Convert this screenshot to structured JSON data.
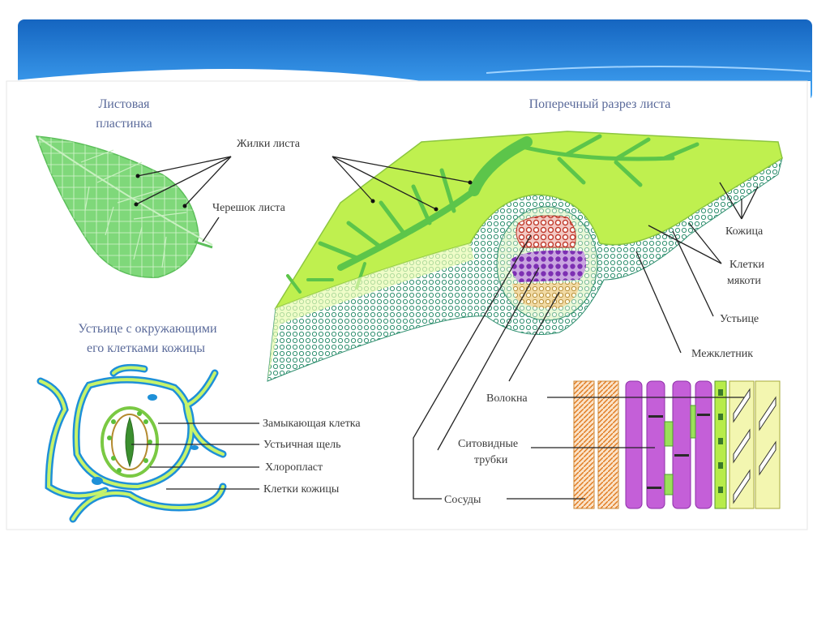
{
  "colors": {
    "header_blue": "#1e88e5",
    "leaf_green": "#b7ec4a",
    "vein_green": "#5cc54a",
    "cell_teal": "#2f8f6f",
    "xylem_red": "#c0392b",
    "phloem_purple": "#8e44ad",
    "fiber_tan": "#d9b86c",
    "stoma_outline": "#7ac943",
    "stoma_blue": "#1e90d8"
  },
  "labels": {
    "leaf_blade": [
      "Листовая",
      "пластинка"
    ],
    "cross_section_title": "Поперечный разрез листа",
    "leaf_veins": "Жилки листа",
    "petiole": "Черешок листа",
    "epidermis": "Кожица",
    "mesophyll": [
      "Клетки",
      "мякоти"
    ],
    "stoma": "Устьице",
    "intercellular": "Межклетник",
    "stoma_title": [
      "Устьице с окружающими",
      "его клетками кожицы"
    ],
    "guard_cell": "Замыкающая клетка",
    "stomatal_slit": "Устьичная щель",
    "chloroplast": "Хлоропласт",
    "epidermis_cells": "Клетки кожицы",
    "fibers": "Волокна",
    "sieve_tubes": [
      "Ситовидные",
      "трубки"
    ],
    "vessels": "Сосуды"
  }
}
